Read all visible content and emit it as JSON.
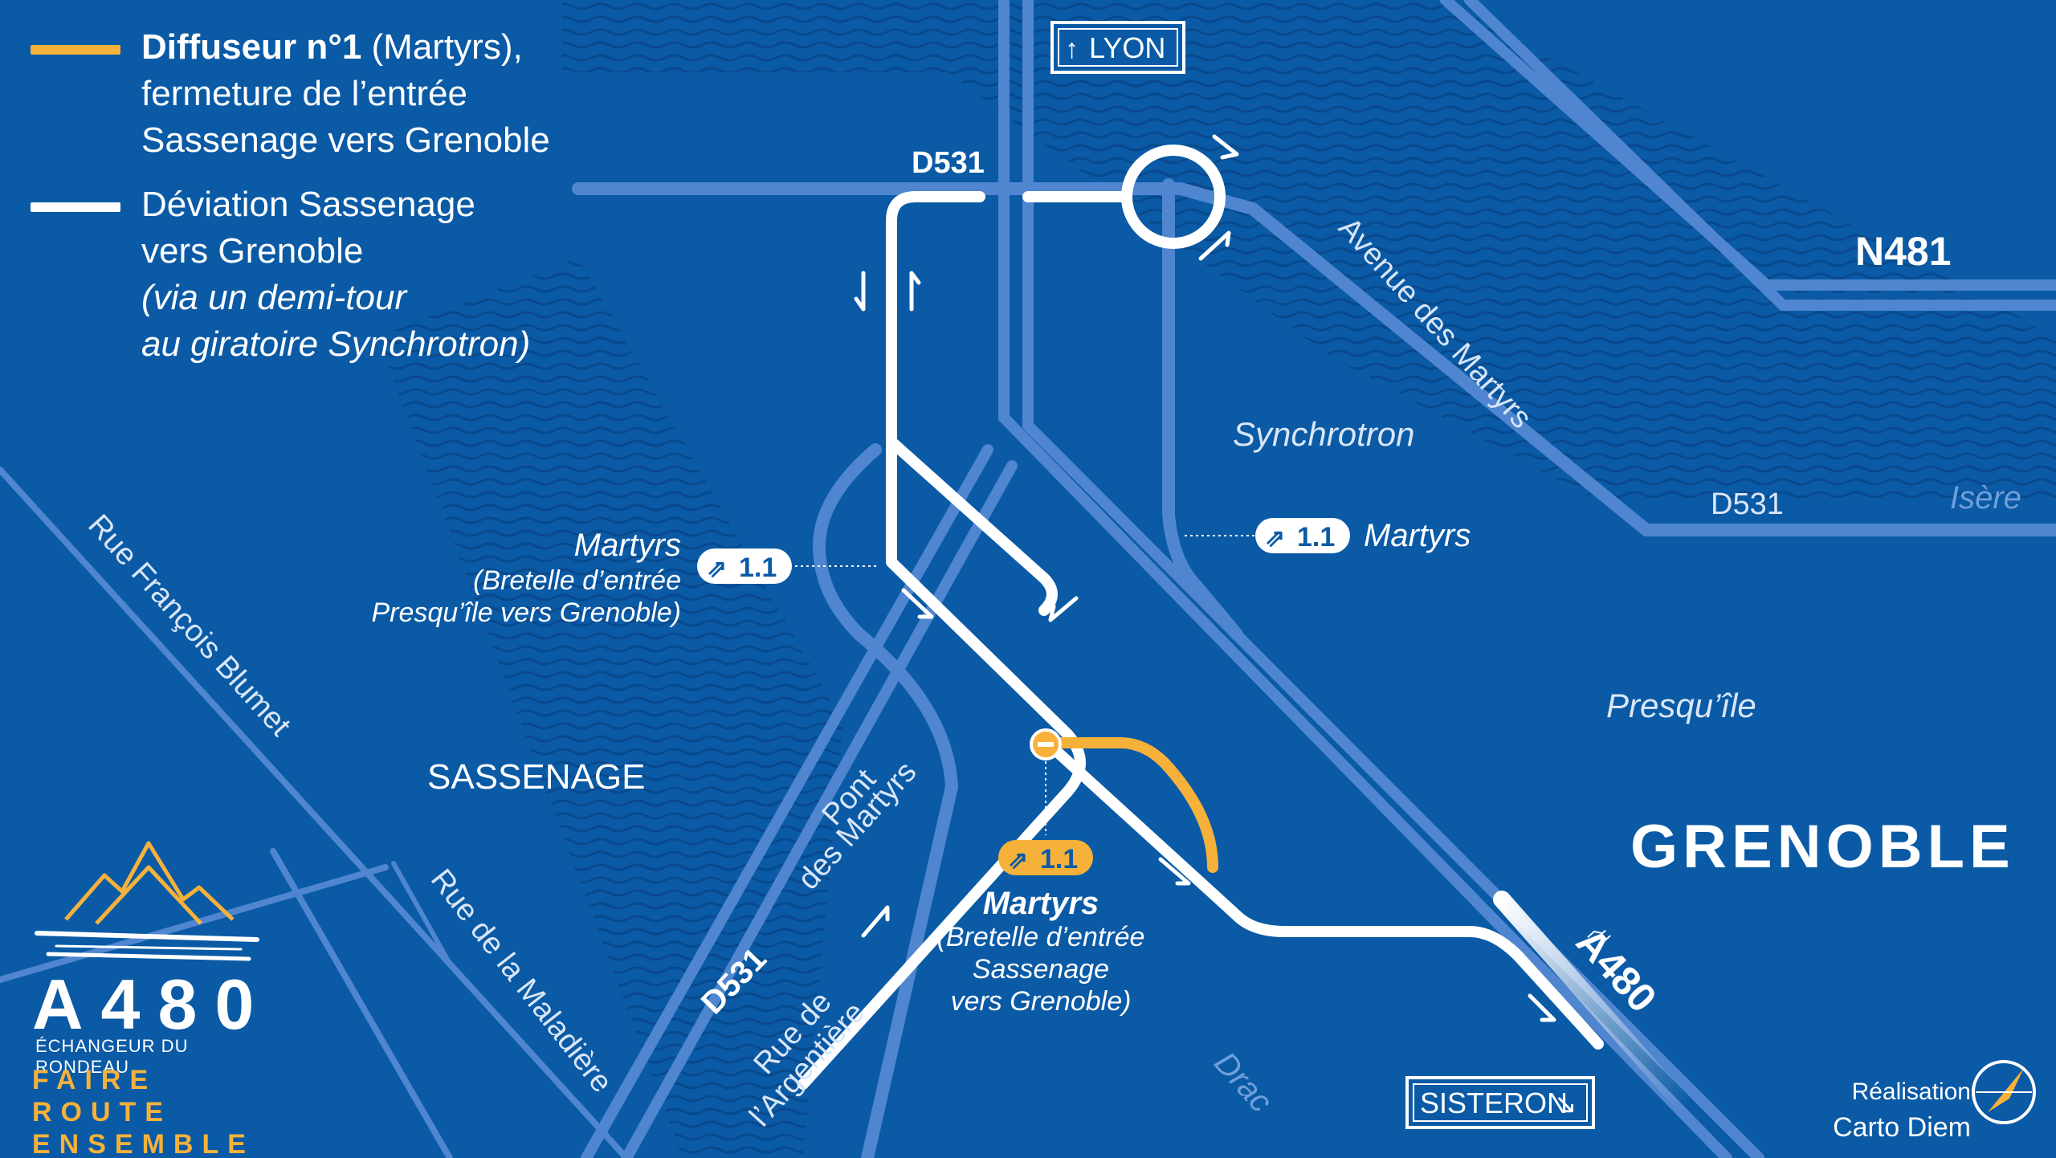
{
  "legend": {
    "item1": {
      "bold": "Diffuseur n°1",
      "rest": " (Martyrs),",
      "line2": "fermeture de l’entrée",
      "line3": "Sassenage vers Grenoble",
      "color": "#f6b13a"
    },
    "item2": {
      "line1": "Déviation Sassenage",
      "line2": "vers Grenoble",
      "line3": "(via un demi-tour",
      "line4": "au giratoire Synchrotron)",
      "color": "#ffffff"
    }
  },
  "signs": {
    "lyon": "LYON",
    "sisteron": "SISTERON"
  },
  "roads": {
    "d531_top": "D531",
    "d531_right": "D531",
    "d531_bottom": "D531",
    "n481": "N481",
    "a480": "A480",
    "avenue_martyrs": "Avenue des Martyrs",
    "rue_blumet": "Rue François Blumet",
    "rue_maladiere": "Rue de la Maladière",
    "rue_argentiere_1": "Rue de",
    "rue_argentiere_2": "l’Argentière",
    "pont_1": "Pont",
    "pont_2": "des Martyrs"
  },
  "places": {
    "sassenage": "SASSENAGE",
    "grenoble": "GRENOBLE",
    "synchrotron": "Synchrotron",
    "presquile": "Presqu’île",
    "isere": "Isère",
    "drac": "Drac"
  },
  "exits": {
    "exit_number": "1.1",
    "left": {
      "name": "Martyrs",
      "line2": "(Bretelle d’entrée",
      "line3": "Presqu’île vers Grenoble)"
    },
    "right": {
      "name": "Martyrs"
    },
    "center": {
      "name": "Martyrs",
      "line2": "(Bretelle d’entrée",
      "line3": "Sassenage",
      "line4": "vers Grenoble)"
    }
  },
  "brand": {
    "title": "A480",
    "subtitle": "ÉCHANGEUR DU RONDEAU",
    "slogan1": "FAIRE ROUTE",
    "slogan2": "ENSEMBLE"
  },
  "credit": {
    "label": "Réalisation",
    "name": "Carto Diem"
  },
  "colors": {
    "background": "#0a5aa6",
    "road": "#4f86cf",
    "closure": "#f6b13a",
    "detour": "#ffffff",
    "water": "#08498c"
  }
}
